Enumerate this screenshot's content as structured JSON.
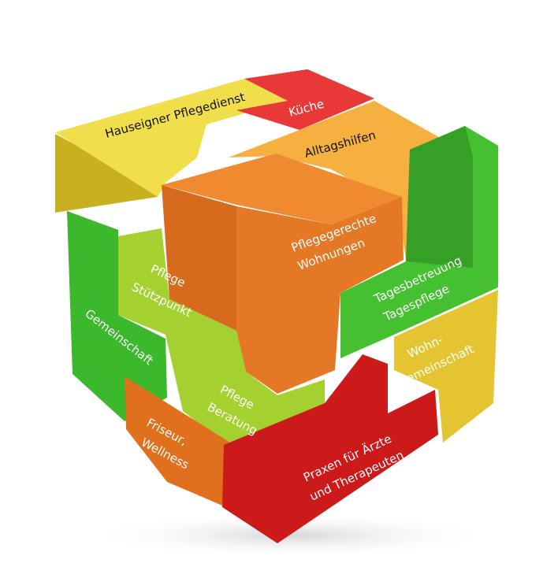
{
  "labels": {
    "hauseigner": "Hauseigner Pflegedienst",
    "kueche": "Küche",
    "alltagshilfen": "Alltagshilfen",
    "wohnungen_1": "Pflegegerechte",
    "wohnungen_2": "Wohnungen",
    "tages_1": "Tagesbetreuung",
    "tages_2": "Tagespflege",
    "stuetz_1": "Pflege",
    "stuetz_2": "Stützpunkt",
    "gemeinschaft": "Gemeinschaft",
    "beratung_1": "Pflege",
    "beratung_2": "Beratung",
    "wohngem_1": "Wohn-",
    "wohngem_2": "gemeinschaft",
    "friseur_1": "Friseur,",
    "friseur_2": "Wellness",
    "praxen_1": "Praxen für Ärzte",
    "praxen_2": "und Therapeuten"
  },
  "colors": {
    "yellow": "#e8d23a",
    "red": "#d42020",
    "orange": "#f0a030",
    "dark_orange": "#e07020",
    "green": "#3cb82c",
    "lime": "#9ccc2c"
  }
}
